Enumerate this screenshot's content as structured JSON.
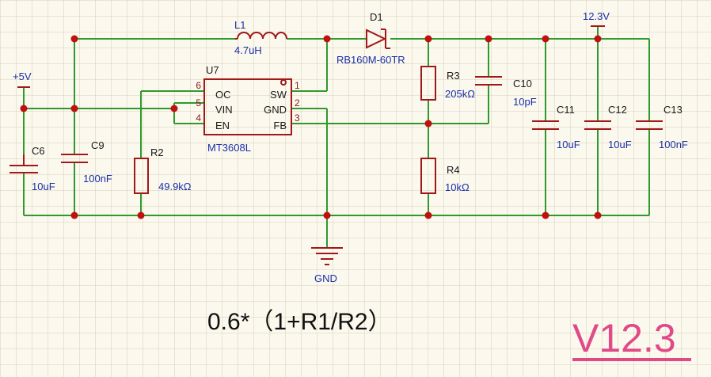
{
  "rails": {
    "input_label": "+5V",
    "output_label": "12.3V",
    "ground_label": "GND"
  },
  "inductor": {
    "ref": "L1",
    "value": "4.7uH"
  },
  "diode": {
    "ref": "D1",
    "value": "RB160M-60TR"
  },
  "ic": {
    "ref": "U7",
    "part": "MT3608L",
    "pins": [
      {
        "num": "6",
        "name": "OC"
      },
      {
        "num": "5",
        "name": "VIN"
      },
      {
        "num": "4",
        "name": "EN"
      },
      {
        "num": "1",
        "name": "SW"
      },
      {
        "num": "2",
        "name": "GND"
      },
      {
        "num": "3",
        "name": "FB"
      }
    ]
  },
  "capacitors": [
    {
      "ref": "C6",
      "value": "10uF"
    },
    {
      "ref": "C9",
      "value": "100nF"
    },
    {
      "ref": "C10",
      "value": "10pF"
    },
    {
      "ref": "C11",
      "value": "10uF"
    },
    {
      "ref": "C12",
      "value": "10uF"
    },
    {
      "ref": "C13",
      "value": "100nF"
    }
  ],
  "resistors": [
    {
      "ref": "R2",
      "value": "49.9kΩ"
    },
    {
      "ref": "R3",
      "value": "205kΩ"
    },
    {
      "ref": "R4",
      "value": "10kΩ"
    }
  ],
  "annotations": {
    "formula": "0.6*（1+R1/R2）",
    "version": "V12.3"
  },
  "colors": {
    "wire": "#2e9a2e",
    "component": "#a01818",
    "junction": "#c01010",
    "label": "#1a2fa8",
    "version": "#e04a87"
  }
}
